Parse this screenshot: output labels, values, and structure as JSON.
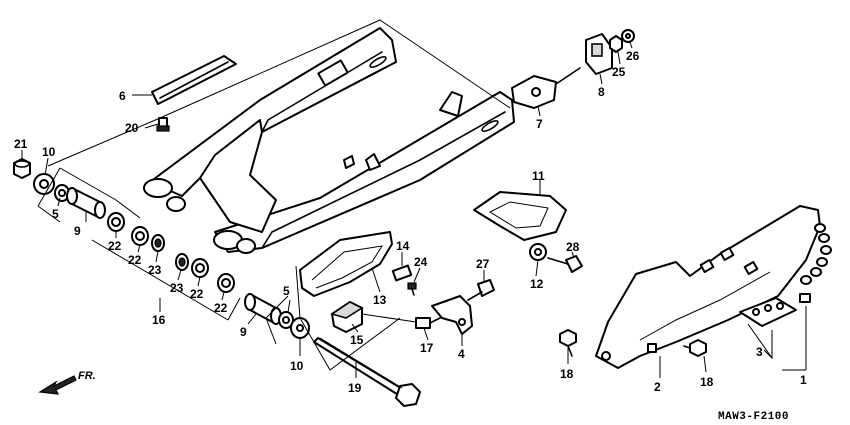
{
  "diagram": {
    "code": "MAW3-F2100",
    "direction_label": "FR."
  },
  "callouts": {
    "c1": "1",
    "c2": "2",
    "c3": "3",
    "c4": "4",
    "c5a": "5",
    "c5b": "5",
    "c6": "6",
    "c7": "7",
    "c8": "8",
    "c9a": "9",
    "c9b": "9",
    "c10a": "10",
    "c10b": "10",
    "c11": "11",
    "c12": "12",
    "c13": "13",
    "c14": "14",
    "c15": "15",
    "c16": "16",
    "c17": "17",
    "c18a": "18",
    "c18b": "18",
    "c19": "19",
    "c20": "20",
    "c21": "21",
    "c22a": "22",
    "c22b": "22",
    "c22c": "22",
    "c22d": "22",
    "c23a": "23",
    "c23b": "23",
    "c24": "24",
    "c25": "25",
    "c26": "26",
    "c27": "27",
    "c28": "28"
  }
}
